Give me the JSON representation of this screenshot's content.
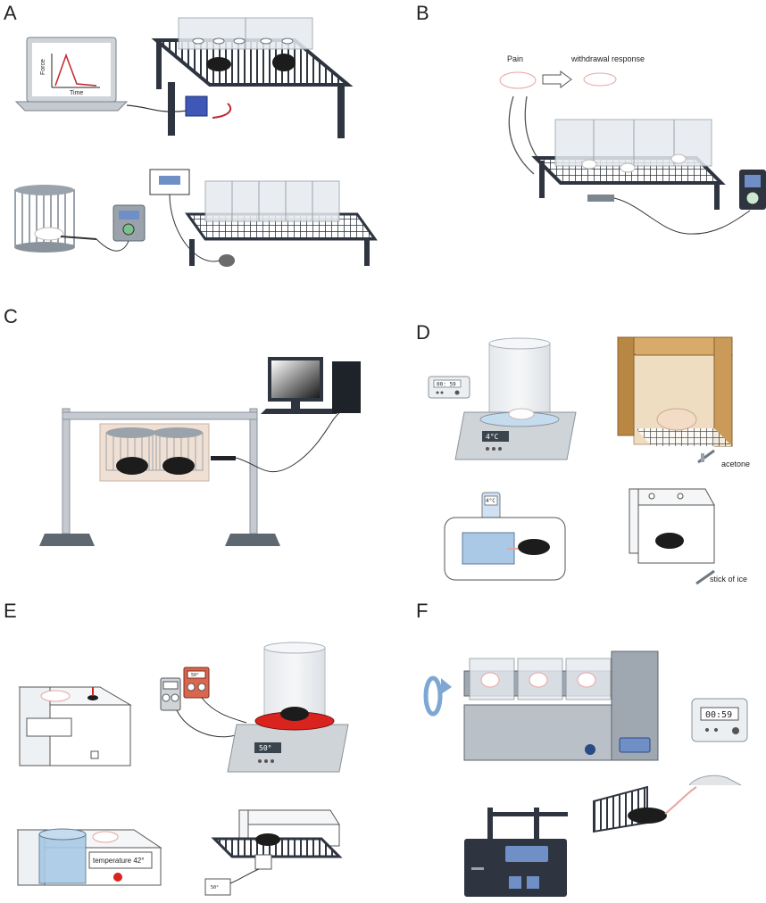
{
  "panels": {
    "A": {
      "letter": "A",
      "plot_y_label": "Force",
      "plot_x_label": "Time"
    },
    "B": {
      "letter": "B",
      "pain_label": "Pain",
      "response_label": "withdrawal response"
    },
    "C": {
      "letter": "C"
    },
    "D": {
      "letter": "D",
      "timer_display": "00: 59",
      "plate_display": "4°C",
      "probe_display": "4°C",
      "acetone_label": "acetone",
      "ice_label": "stick of ice"
    },
    "E": {
      "letter": "E",
      "plate_display": "50°",
      "controller_display": "50°",
      "temperature_label": "temperature 42°",
      "small_display": "50°"
    },
    "F": {
      "letter": "F",
      "timer_display": "00:59"
    }
  },
  "colors": {
    "frame_dark": "#2e3540",
    "glass": "#e6ebef",
    "device_gray": "#b9c0c7",
    "screen_blue": "#6f8fc6",
    "mouse_black": "#1c1c1c",
    "mouse_pink": "#e9a3a3",
    "hot_red": "#d9231f",
    "water_blue": "#a9c9e6",
    "box_wood": "#c99a58"
  }
}
